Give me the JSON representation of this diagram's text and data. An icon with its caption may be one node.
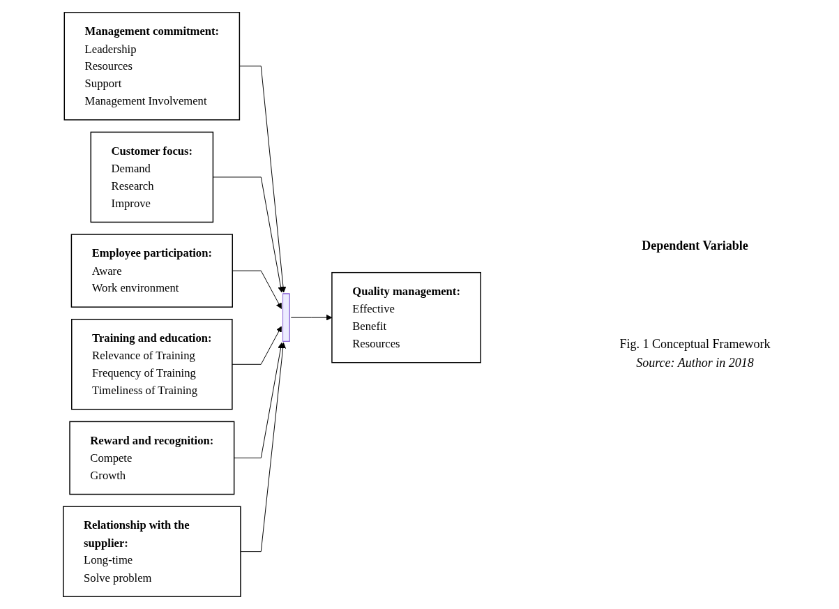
{
  "diagram": {
    "caption": "Fig. 1 Conceptual Framework",
    "nodes": [
      {
        "text": [
          "Management commitment:",
          "Leadership",
          "Resources",
          "Support",
          "Management Involvement"
        ]
      },
      {
        "text": [
          "Customer focus:",
          "Demand",
          "Research",
          "Improve"
        ]
      },
      {
        "text": [
          "Employee participation:",
          "Aware",
          "Work environment"
        ]
      },
      {
        "text": [
          "Training and education:",
          "Relevance of Training",
          "Frequency of Training",
          "Timeliness of Training"
        ]
      },
      {
        "text": [
          "Reward and recognition:",
          "Compete",
          "Growth"
        ]
      },
      {
        "text": [
          "Relationship with the supplier:",
          "Long-time",
          "Solve problem"
        ]
      },
      {
        "text": [],
        "shape": "bar"
      },
      {
        "text": [
          "Quality management:",
          "Effective",
          "Benefit",
          "Resources"
        ]
      }
    ],
    "edges": [
      {
        "from": 0,
        "to": 6,
        "arrow": "to"
      },
      {
        "from": 1,
        "to": 6,
        "arrow": "to"
      },
      {
        "from": 2,
        "to": 6,
        "arrow": "to"
      },
      {
        "from": 3,
        "to": 6,
        "arrow": "to"
      },
      {
        "from": 4,
        "to": 6,
        "arrow": "to"
      },
      {
        "from": 5,
        "to": 6,
        "arrow": "to"
      },
      {
        "from": 6,
        "to": 7,
        "arrow": "to"
      }
    ],
    "labels": [
      "Dependent Variable",
      "Source: Author in 2018"
    ]
  }
}
